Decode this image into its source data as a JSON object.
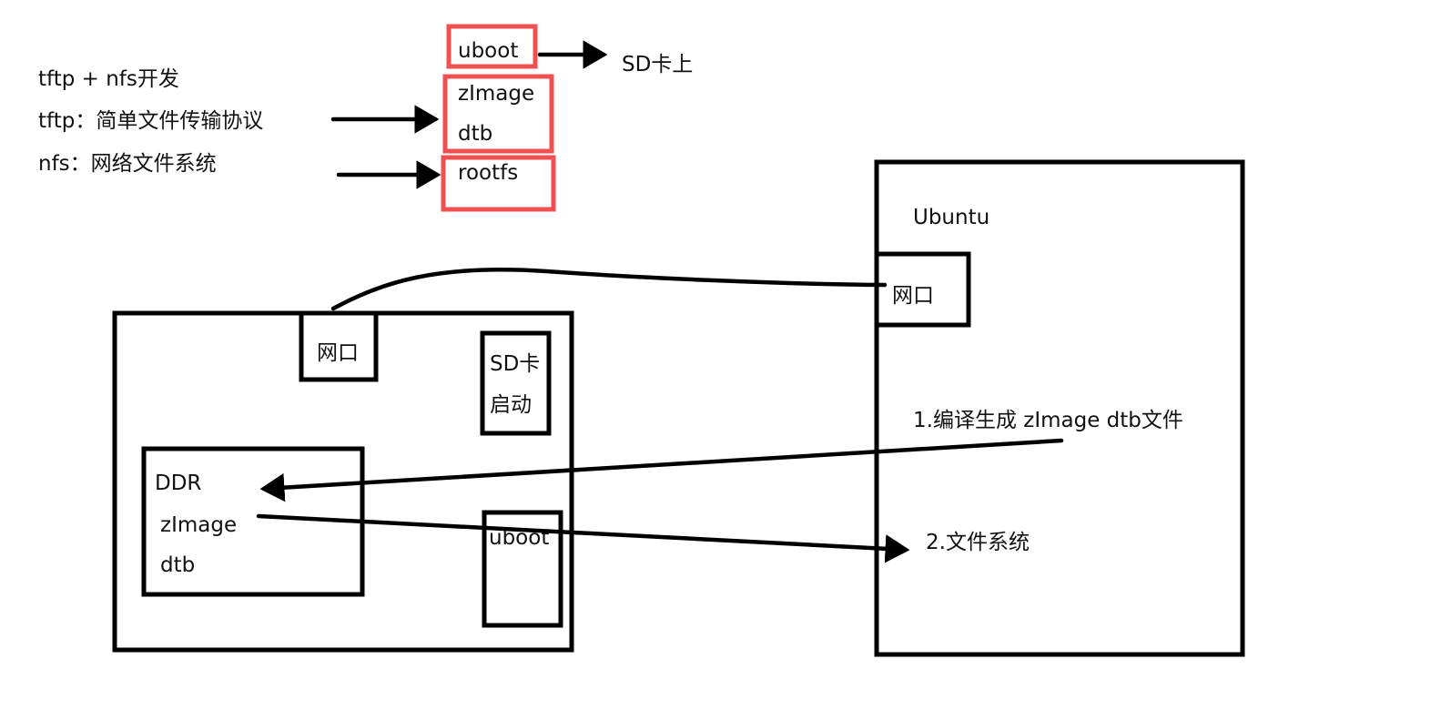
{
  "notes": {
    "line1": "tftp + nfs开发",
    "line2": "tftp：简单文件传输协议",
    "line3": "nfs：网络文件系统"
  },
  "boot_stack": {
    "uboot": "uboot",
    "sd_dest": "SD卡上",
    "zimage": "zImage",
    "dtb": "dtb",
    "rootfs": "rootfs"
  },
  "board": {
    "net_port": "网口",
    "sd_boot_1": "SD卡",
    "sd_boot_2": "启动",
    "ddr_title": "DDR",
    "ddr_zimage": "zImage",
    "ddr_dtb": "dtb",
    "uboot": "uboot"
  },
  "host": {
    "title": "Ubuntu",
    "net_port": "网口",
    "step1": "1.编译生成  zImage dtb文件",
    "step2": "2.文件系统"
  },
  "colors": {
    "highlight": "#f05050",
    "ink": "#000000"
  }
}
